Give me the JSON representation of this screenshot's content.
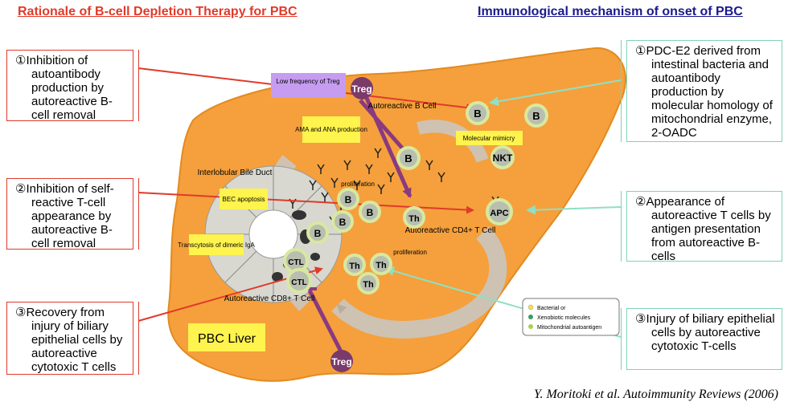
{
  "headers": {
    "left": "Rationale of B-cell Depletion Therapy for PBC",
    "left_color": "#e03a2a",
    "right": "Immunological mechanism of onset of PBC",
    "right_color": "#1a1a8c"
  },
  "left_boxes": [
    {
      "text": "①Inhibition of autoantibody production by autoreactive B-cell  removal"
    },
    {
      "text": "②Inhibition of self-reactive T-cell appearance by autoreactive B-cell removal"
    },
    {
      "text": "③Recovery from injury of biliary epithelial cells by autoreactive cytotoxic T cells"
    }
  ],
  "right_boxes": [
    {
      "text": "①PDC-E2 derived from intestinal bacteria and autoantibody production by molecular homology of mitochondrial enzyme, 2-OADC"
    },
    {
      "text": "②Appearance of autoreactive T cells by antigen presentation from autoreactive B-cells"
    },
    {
      "text": "③Injury of biliary epithelial cells by autoreactive cytotoxic T-cells"
    }
  ],
  "figure": {
    "low_freq_treg": "Low frequency of Treg",
    "ama_ana": "AMA and ANA production",
    "molecular_mimicry": "Molecular mimicry",
    "interlobular": "Interlobular Bile Duct",
    "bec_apoptosis": "BEC apoptosis",
    "transcytosis": "Transcytosis of dimeric IgA",
    "autoreactive_b": "Autoreactive B Cell",
    "proliferation_1": "proliferation",
    "proliferation_2": "proliferation",
    "autoreactive_cd4": "Autoreactive CD4+ T Cell",
    "autoreactive_cd8": "Autoreactive CD8+ T Cell",
    "pbc_liver": "PBC Liver",
    "cells": {
      "treg": "Treg",
      "b": "B",
      "nkt": "NKT",
      "apc": "APC",
      "th": "Th",
      "ctl": "CTL"
    },
    "legend": [
      "Bacterial or",
      "Xenobiotic molecules",
      "Mitochondrial autoantigen"
    ]
  },
  "citation": "Y. Moritoki et al. Autoimmunity Reviews (2006)",
  "colors": {
    "liver": "#f5a03c",
    "liver_edge": "#e38a20",
    "cell_fill": "#b8bfb0",
    "cell_ring": "#d9e8a0",
    "treg": "#7a3a6a",
    "treg_arrow": "#8a3a80",
    "red_arrow": "#e03a2a",
    "teal_arrow": "#8fe0c4",
    "yellow_label": "#fff34d",
    "purple_label": "#c69cf0"
  }
}
